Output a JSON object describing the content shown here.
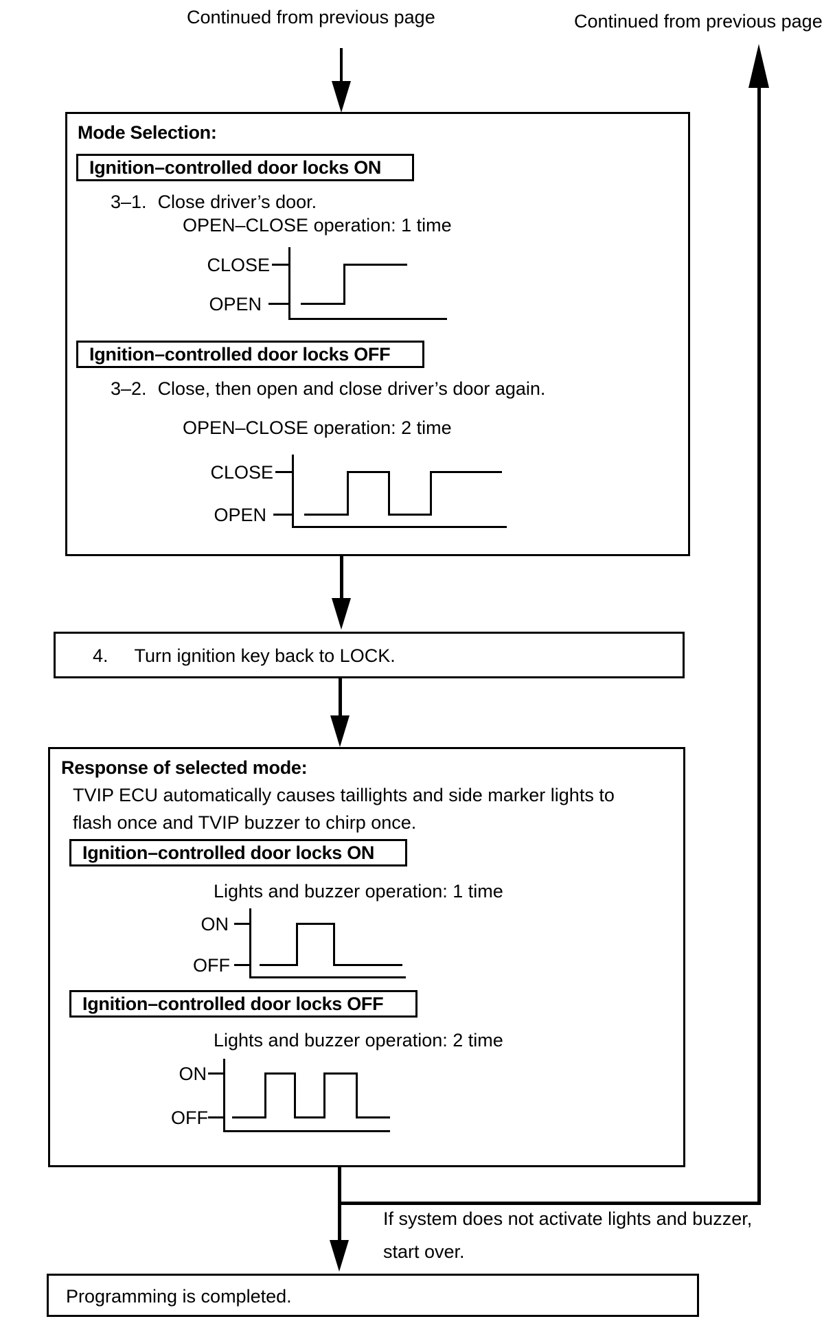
{
  "page": {
    "continued_left": "Continued from previous page",
    "continued_right": "Continued from previous page"
  },
  "mode_selection": {
    "title": "Mode Selection:",
    "on_label": "Ignition–controlled door locks ON",
    "step_3_1_num": "3–1.",
    "step_3_1_text": "Close driver’s door.",
    "operation_1": "OPEN–CLOSE operation: 1 time",
    "off_label": "Ignition–controlled door locks OFF",
    "step_3_2_num": "3–2.",
    "step_3_2_text": "Close, then open and close driver’s door again.",
    "operation_2": "OPEN–CLOSE operation: 2 time",
    "wave_high": "CLOSE",
    "wave_low": "OPEN"
  },
  "step4": {
    "num": "4.",
    "text": "Turn ignition key back to LOCK."
  },
  "response": {
    "title": "Response of selected mode:",
    "body_line1": "TVIP ECU automatically causes taillights and side marker lights to",
    "body_line2": "flash once and TVIP buzzer to chirp once.",
    "on_label": "Ignition–controlled door locks ON",
    "operation_1": "Lights and buzzer operation: 1 time",
    "off_label": "Ignition–controlled door locks OFF",
    "operation_2": "Lights and buzzer operation: 2 time",
    "wave_high": "ON",
    "wave_low": "OFF"
  },
  "branch": {
    "line1": "If system does not activate lights and buzzer,",
    "line2": "start over."
  },
  "completed": {
    "text": "Programming is completed."
  },
  "colors": {
    "ink": "#000000",
    "background": "#ffffff"
  }
}
